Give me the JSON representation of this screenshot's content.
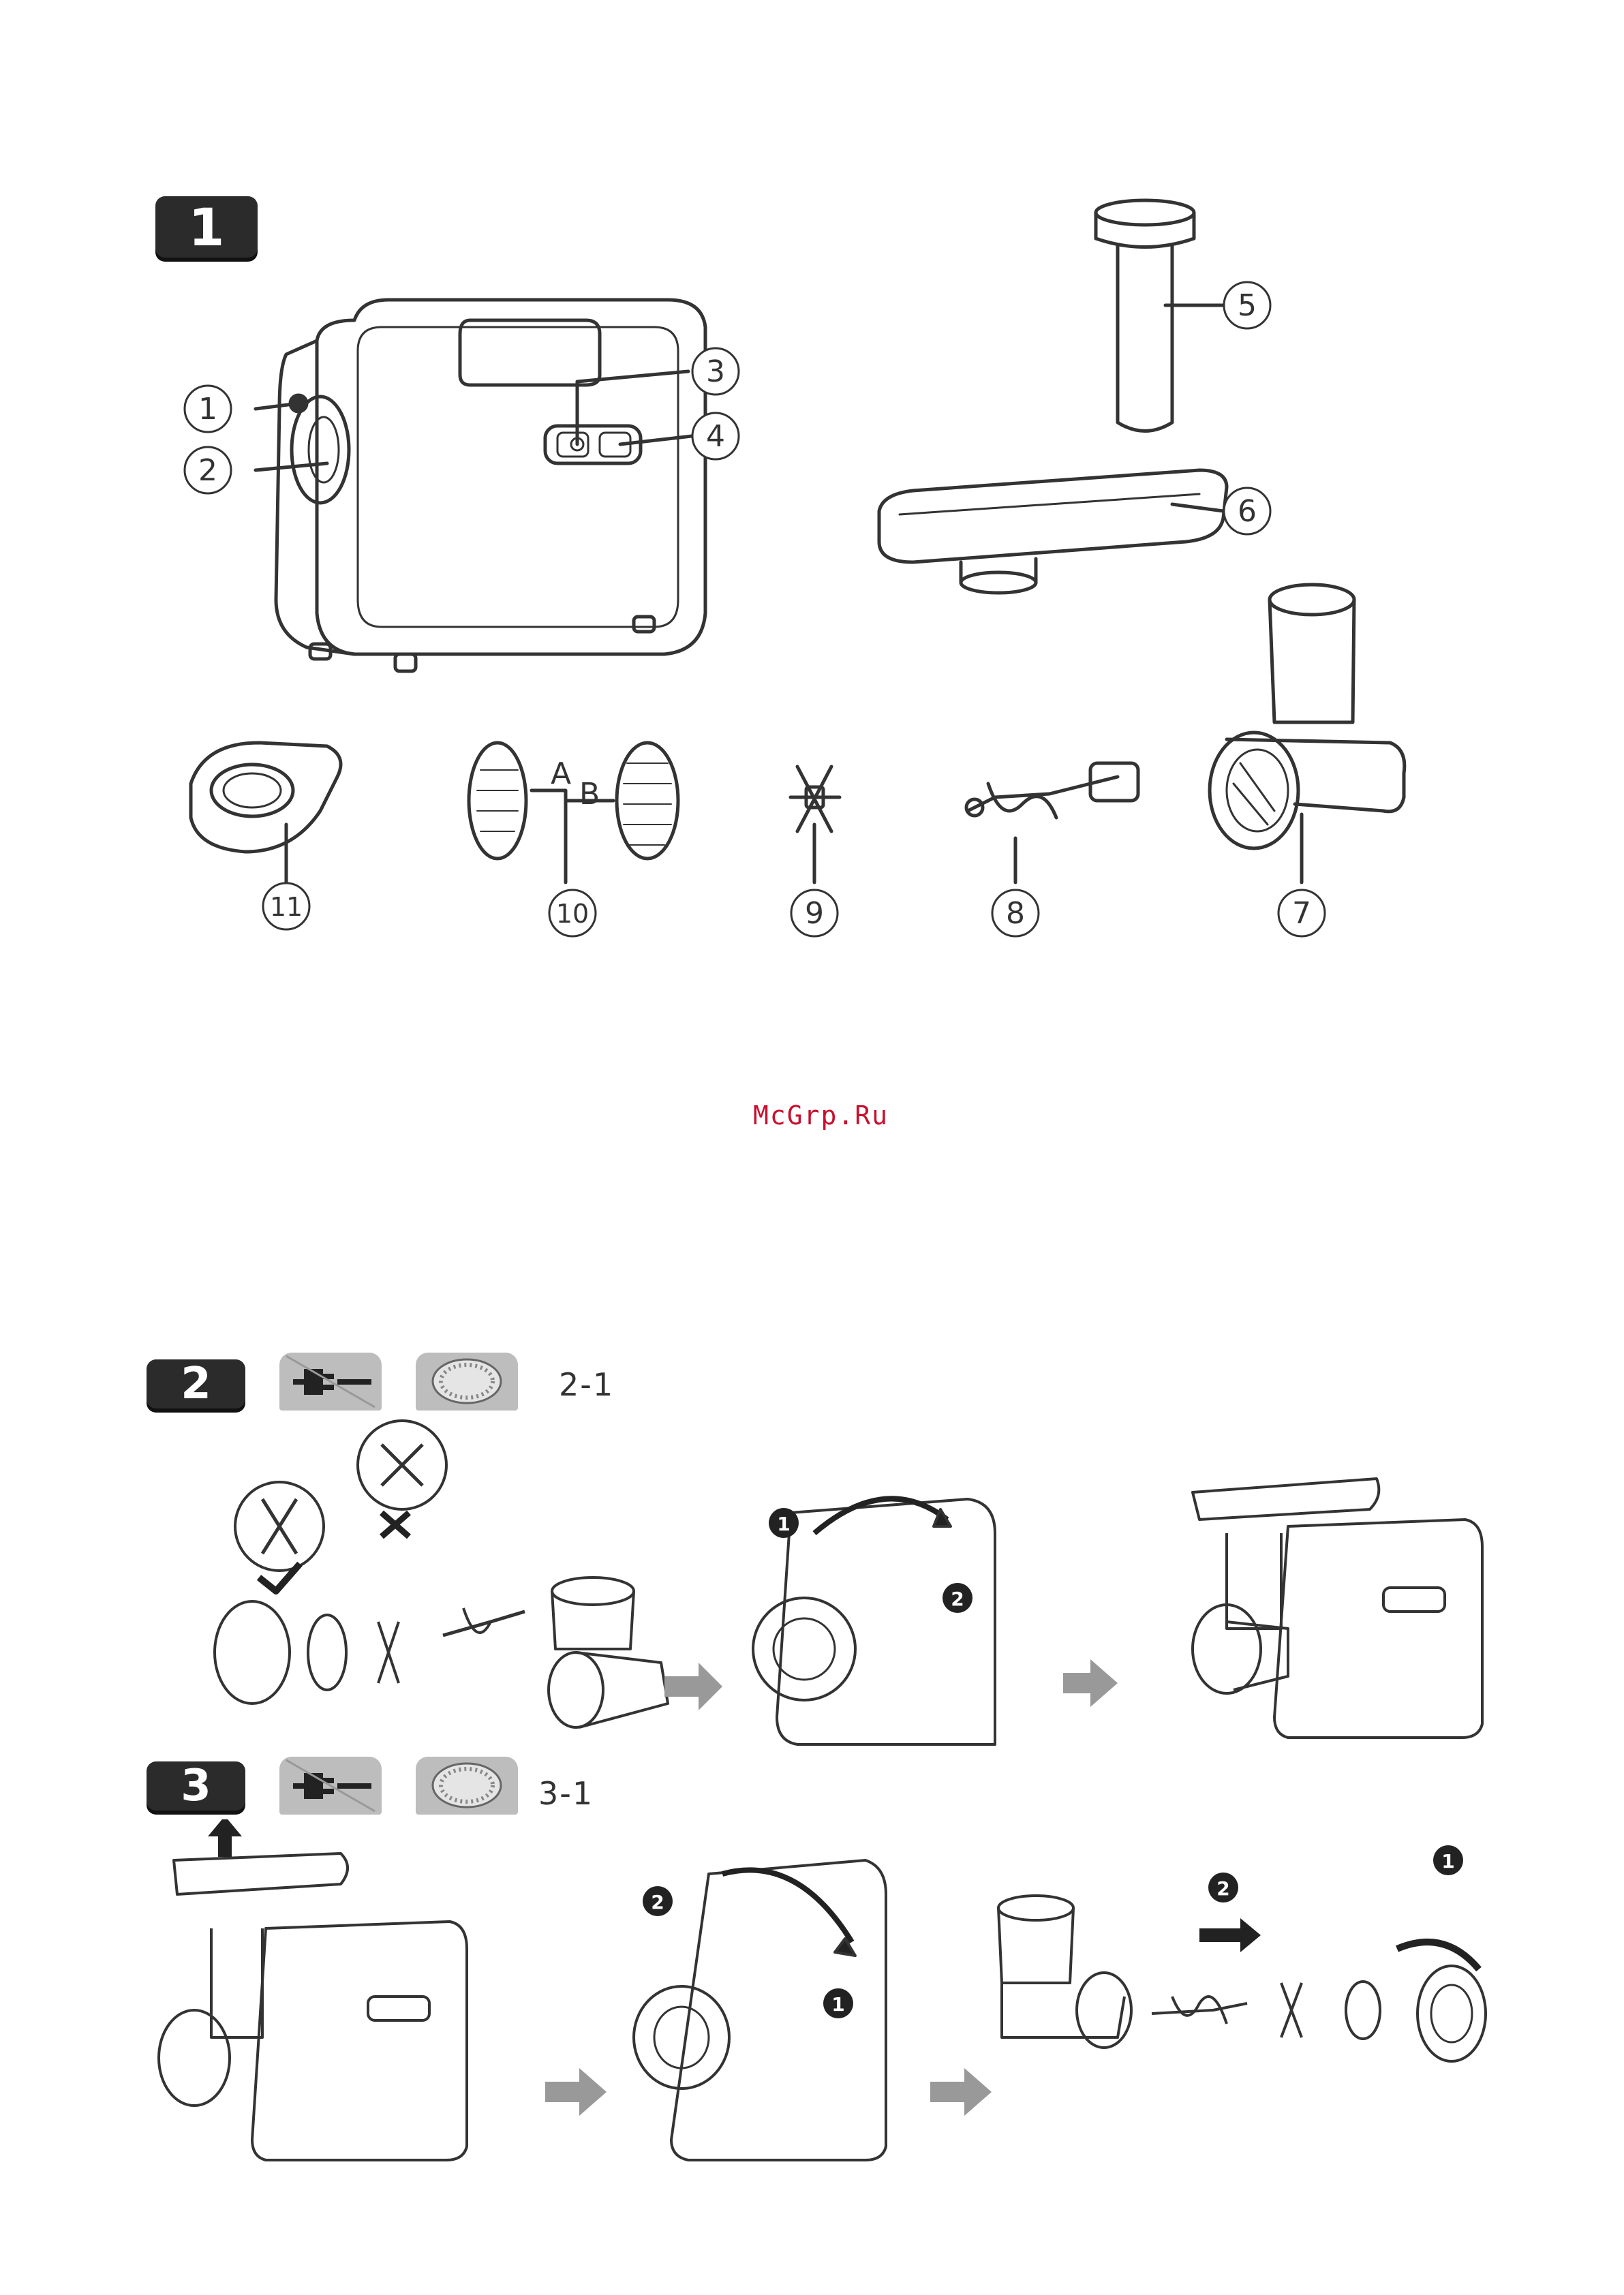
{
  "steps": {
    "s1": {
      "badge": "1"
    },
    "s2": {
      "badge": "2",
      "sub": "2-1"
    },
    "s3": {
      "badge": "3",
      "sub": "3-1"
    }
  },
  "watermark": "McGrp.Ru",
  "callouts": {
    "c1": "1",
    "c2": "2",
    "c3": "3",
    "c4": "4",
    "c5": "5",
    "c6": "6",
    "c7": "7",
    "c8": "8",
    "c9": "9",
    "c10": "10",
    "c11": "11"
  },
  "plate_labels": {
    "a": "A",
    "b": "B"
  },
  "order_markers": {
    "one": "1",
    "two": "2"
  },
  "icons": [
    "unplug-icon",
    "grinding-plate-icon",
    "check-icon",
    "cross-icon",
    "arrow-right-icon",
    "arrow-up-icon"
  ]
}
